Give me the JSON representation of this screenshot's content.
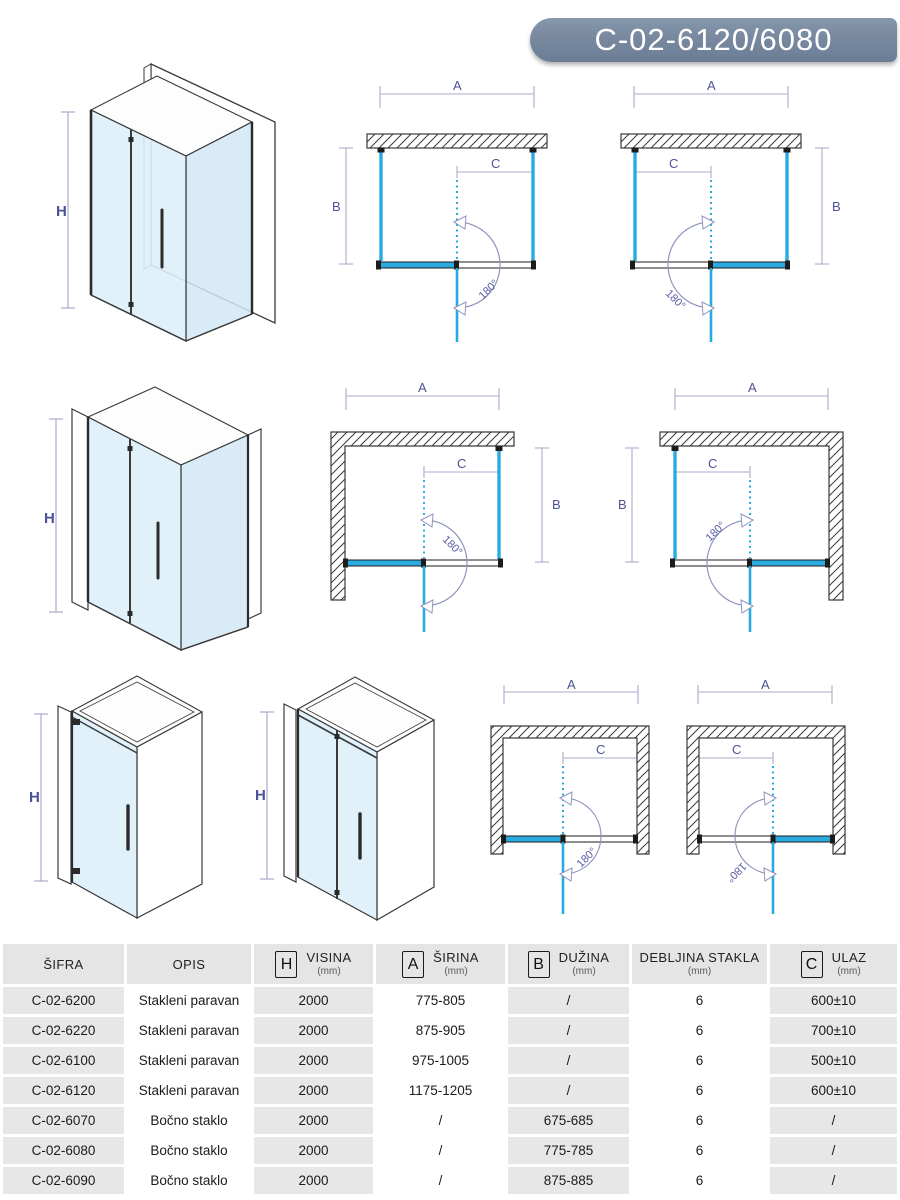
{
  "banner": {
    "title": "C-02-6120/6080"
  },
  "labels": {
    "height": "H",
    "width": "A",
    "depth": "B",
    "entry": "C",
    "angle": "180°"
  },
  "colors": {
    "glass_cyan": "#29abe2",
    "dim_line": "#a8accc",
    "dim_label": "#4d5195",
    "banner_blue": "#78899f",
    "table_gray": "#e7e7e7"
  },
  "table": {
    "headers": [
      {
        "label": "ŠIFRA",
        "unit": "",
        "box": ""
      },
      {
        "label": "OPIS",
        "unit": "",
        "box": ""
      },
      {
        "label": "VISINA",
        "unit": "(mm)",
        "box": "H"
      },
      {
        "label": "ŠIRINA",
        "unit": "(mm)",
        "box": "A"
      },
      {
        "label": "DUŽINA",
        "unit": "(mm)",
        "box": "B"
      },
      {
        "label": "DEBLJINA STAKLA",
        "unit": "(mm)",
        "box": ""
      },
      {
        "label": "ULAZ",
        "unit": "(mm)",
        "box": "C"
      }
    ],
    "rows": [
      [
        "C-02-6200",
        "Stakleni paravan",
        "2000",
        "775-805",
        "/",
        "6",
        "600±10"
      ],
      [
        "C-02-6220",
        "Stakleni paravan",
        "2000",
        "875-905",
        "/",
        "6",
        "700±10"
      ],
      [
        "C-02-6100",
        "Stakleni paravan",
        "2000",
        "975-1005",
        "/",
        "6",
        "500±10"
      ],
      [
        "C-02-6120",
        "Stakleni paravan",
        "2000",
        "1175-1205",
        "/",
        "6",
        "600±10"
      ],
      [
        "C-02-6070",
        "Bočno staklo",
        "2000",
        "/",
        "675-685",
        "6",
        "/"
      ],
      [
        "C-02-6080",
        "Bočno staklo",
        "2000",
        "/",
        "775-785",
        "6",
        "/"
      ],
      [
        "C-02-6090",
        "Bočno staklo",
        "2000",
        "/",
        "875-885",
        "6",
        "/"
      ]
    ]
  }
}
